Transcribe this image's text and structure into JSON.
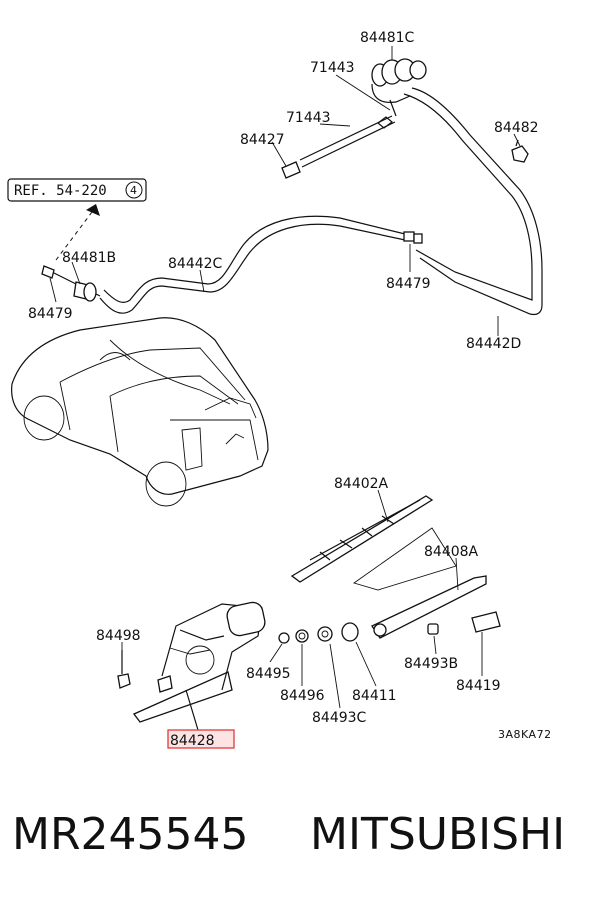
{
  "diagram": {
    "ref_label": "REF. 54-220",
    "ref_circle": "4",
    "corner_code": "3A8KA72",
    "highlight_color": "#e23a3a",
    "highlight_fill": "#fde3e3",
    "labels": {
      "p84481C": "84481C",
      "p71443_top": "71443",
      "p71443_mid": "71443",
      "p84427": "84427",
      "p84482": "84482",
      "p84481B": "84481B",
      "p84442C": "84442C",
      "p84479_left": "84479",
      "p84479_right": "84479",
      "p84442D": "84442D",
      "p84402A": "84402A",
      "p84408A": "84408A",
      "p84498": "84498",
      "p84495": "84495",
      "p84496": "84496",
      "p84493C": "84493C",
      "p84411": "84411",
      "p84493B": "84493B",
      "p84419": "84419",
      "p84428": "84428"
    }
  },
  "caption": {
    "part_number": "MR245545",
    "brand": "MITSUBISHI"
  }
}
